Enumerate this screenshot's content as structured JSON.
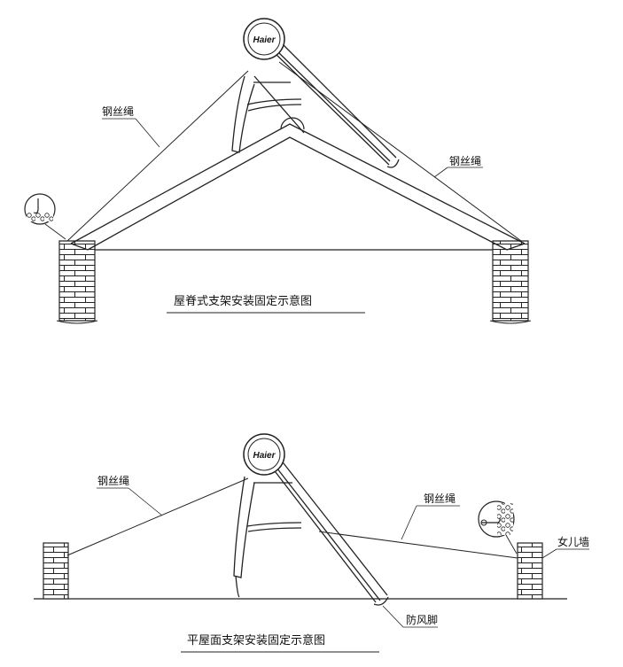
{
  "top_figure": {
    "caption": "屋脊式支架安装固定示意图",
    "left_wire_label": "钢丝绳",
    "right_wire_label": "钢丝绳",
    "brand": "Haier"
  },
  "bottom_figure": {
    "caption": "平屋面支架安装固定示意图",
    "left_wire_label": "钢丝绳",
    "right_wire_label": "钢丝绳",
    "parapet_label": "女儿墙",
    "foot_label": "防风脚",
    "brand": "Haier"
  }
}
